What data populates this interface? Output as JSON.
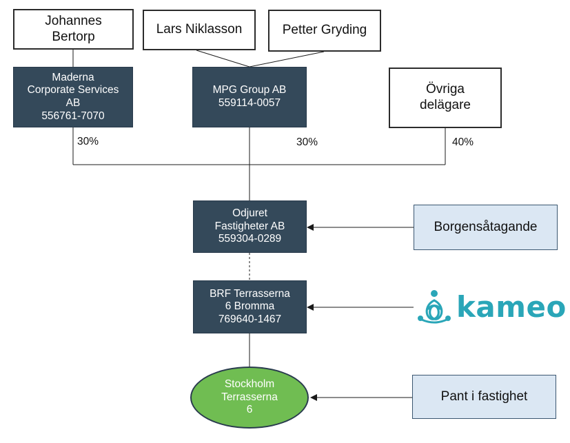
{
  "owners": {
    "johannes": [
      "Johannes",
      "Bertorp"
    ],
    "lars": "Lars Niklasson",
    "petter": "Petter Gryding"
  },
  "companies": {
    "maderna": [
      "Maderna",
      "Corporate Services",
      "AB",
      "556761-7070"
    ],
    "mpg": [
      "MPG Group AB",
      "559114-0057"
    ],
    "ovriga": [
      "Övriga",
      "delägare"
    ],
    "odjuret": [
      "Odjuret",
      "Fastigheter AB",
      "559304-0289"
    ],
    "brf": [
      "BRF Terrasserna",
      "6 Bromma",
      "769640-1467"
    ]
  },
  "shares": {
    "maderna": "30%",
    "mpg": "30%",
    "ovriga": "40%"
  },
  "property": [
    "Stockholm",
    "Terrasserna",
    "6"
  ],
  "side_boxes": {
    "borgen": "Borgensåtagande",
    "pant": "Pant i fastighet"
  },
  "logo": {
    "text": "kameo",
    "color": "#2aa6b8",
    "icon": "kameo-logo-icon"
  },
  "colors": {
    "dark_box": "#34495a",
    "light_box": "#dbe7f3",
    "ellipse": "#70bd52"
  }
}
